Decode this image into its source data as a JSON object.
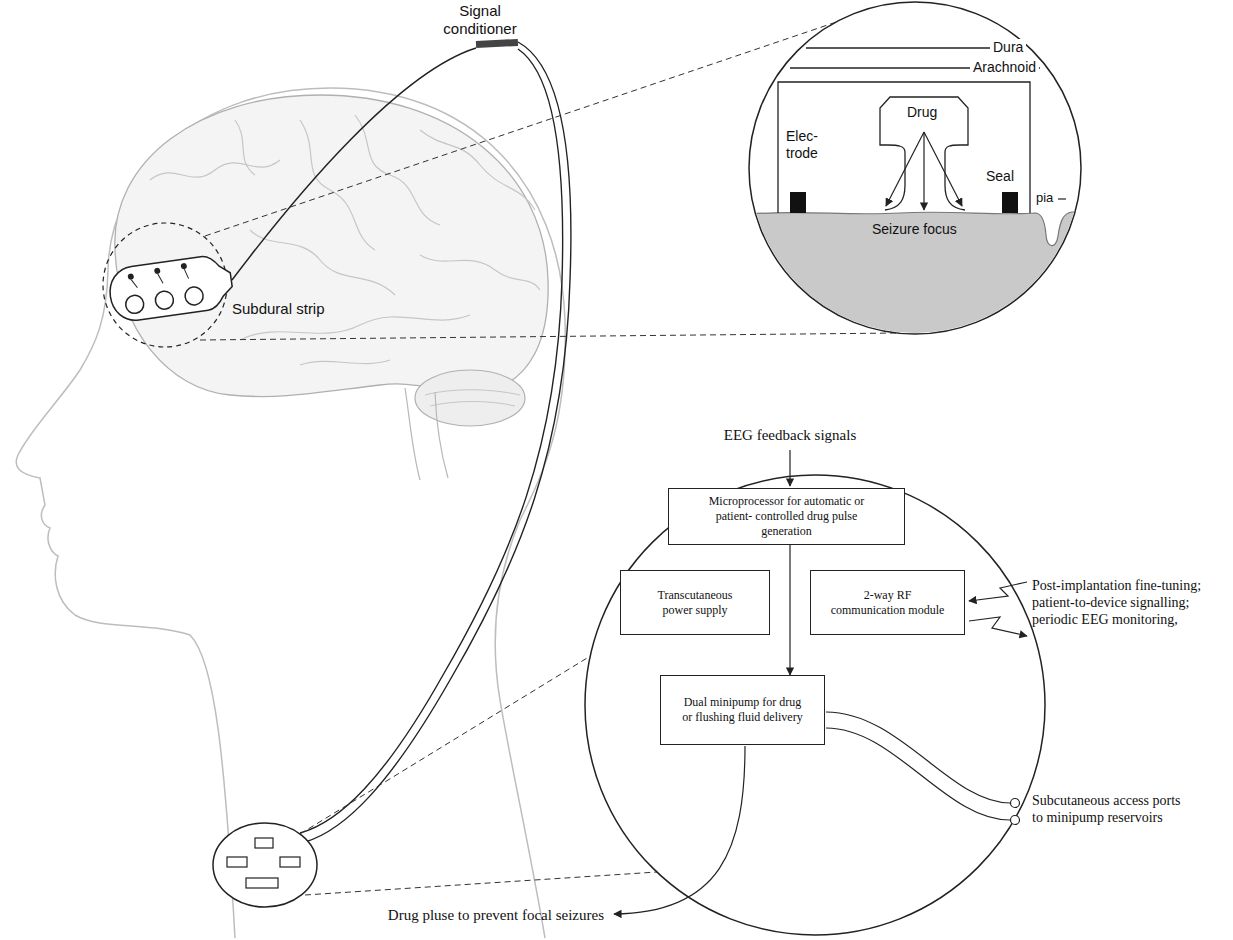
{
  "diagram": {
    "nodes": [
      {
        "text": [
          "Microprocessor for automatic or patient- controlled drug pulse generation"
        ]
      },
      {
        "text": [
          "Transcutaneous power supply"
        ]
      },
      {
        "text": [
          "2-way RF communication module"
        ]
      },
      {
        "text": [
          "Dual minipump for drug or flushing fluid delivery"
        ]
      }
    ],
    "edges": [
      {
        "from": 0,
        "to": 3,
        "arrow": "to"
      }
    ],
    "labels": [
      "Signal conditioner",
      "Dura",
      "Arachnoid",
      "Elec- trode",
      "Drug",
      "Seal",
      "pia",
      "Seizure focus",
      "Subdural strip",
      "EEG feedback signals",
      "Post-implantation fine-tuning; patient-to-device signalling; periodic EEG monitoring,",
      "Subcutaneous access ports to minipump reservoirs",
      "Drug pluse to prevent focal seizures"
    ]
  }
}
